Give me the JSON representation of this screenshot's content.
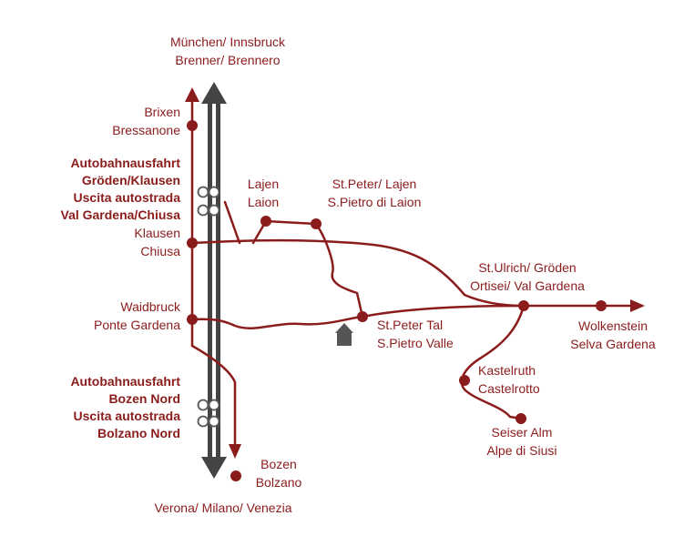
{
  "colors": {
    "road": "#8b1c1c",
    "highway": "#444444",
    "text": "#8b1c1c"
  },
  "icons": {
    "highway_exit": "cloverleaf-interchange-icon",
    "hotel": "house-icon"
  },
  "labels": {
    "north": {
      "line1": "München/ Innsbruck",
      "line2": "Brenner/ Brennero"
    },
    "brixen": {
      "line1": "Brixen",
      "line2": "Bressanone"
    },
    "exit_north": {
      "line1": "Autobahnausfahrt",
      "line2": "Gröden/Klausen",
      "line3": "Uscita autostrada",
      "line4": "Val Gardena/Chiusa"
    },
    "klausen": {
      "line1": "Klausen",
      "line2": "Chiusa"
    },
    "waidbruck": {
      "line1": "Waidbruck",
      "line2": "Ponte Gardena"
    },
    "exit_south": {
      "line1": "Autobahnausfahrt",
      "line2": "Bozen Nord",
      "line3": "Uscita autostrada",
      "line4": "Bolzano Nord"
    },
    "bozen": {
      "line1": "Bozen",
      "line2": "Bolzano"
    },
    "south": {
      "line1": "Verona/ Milano/ Venezia"
    },
    "lajen": {
      "line1": "Lajen",
      "line2": "Laion"
    },
    "stpeter_lajen": {
      "line1": "St.Peter/ Lajen",
      "line2": "S.Pietro di Laion"
    },
    "ulrich": {
      "line1": "St.Ulrich/ Gröden",
      "line2": "Ortisei/ Val Gardena"
    },
    "stpetertal": {
      "line1": "St.Peter Tal",
      "line2": "S.Pietro Valle"
    },
    "wolkenstein": {
      "line1": "Wolkenstein",
      "line2": "Selva Gardena"
    },
    "kastelruth": {
      "line1": "Kastelruth",
      "line2": "Castelrotto"
    },
    "seiser": {
      "line1": "Seiser Alm",
      "line2": "Alpe di Siusi"
    }
  }
}
